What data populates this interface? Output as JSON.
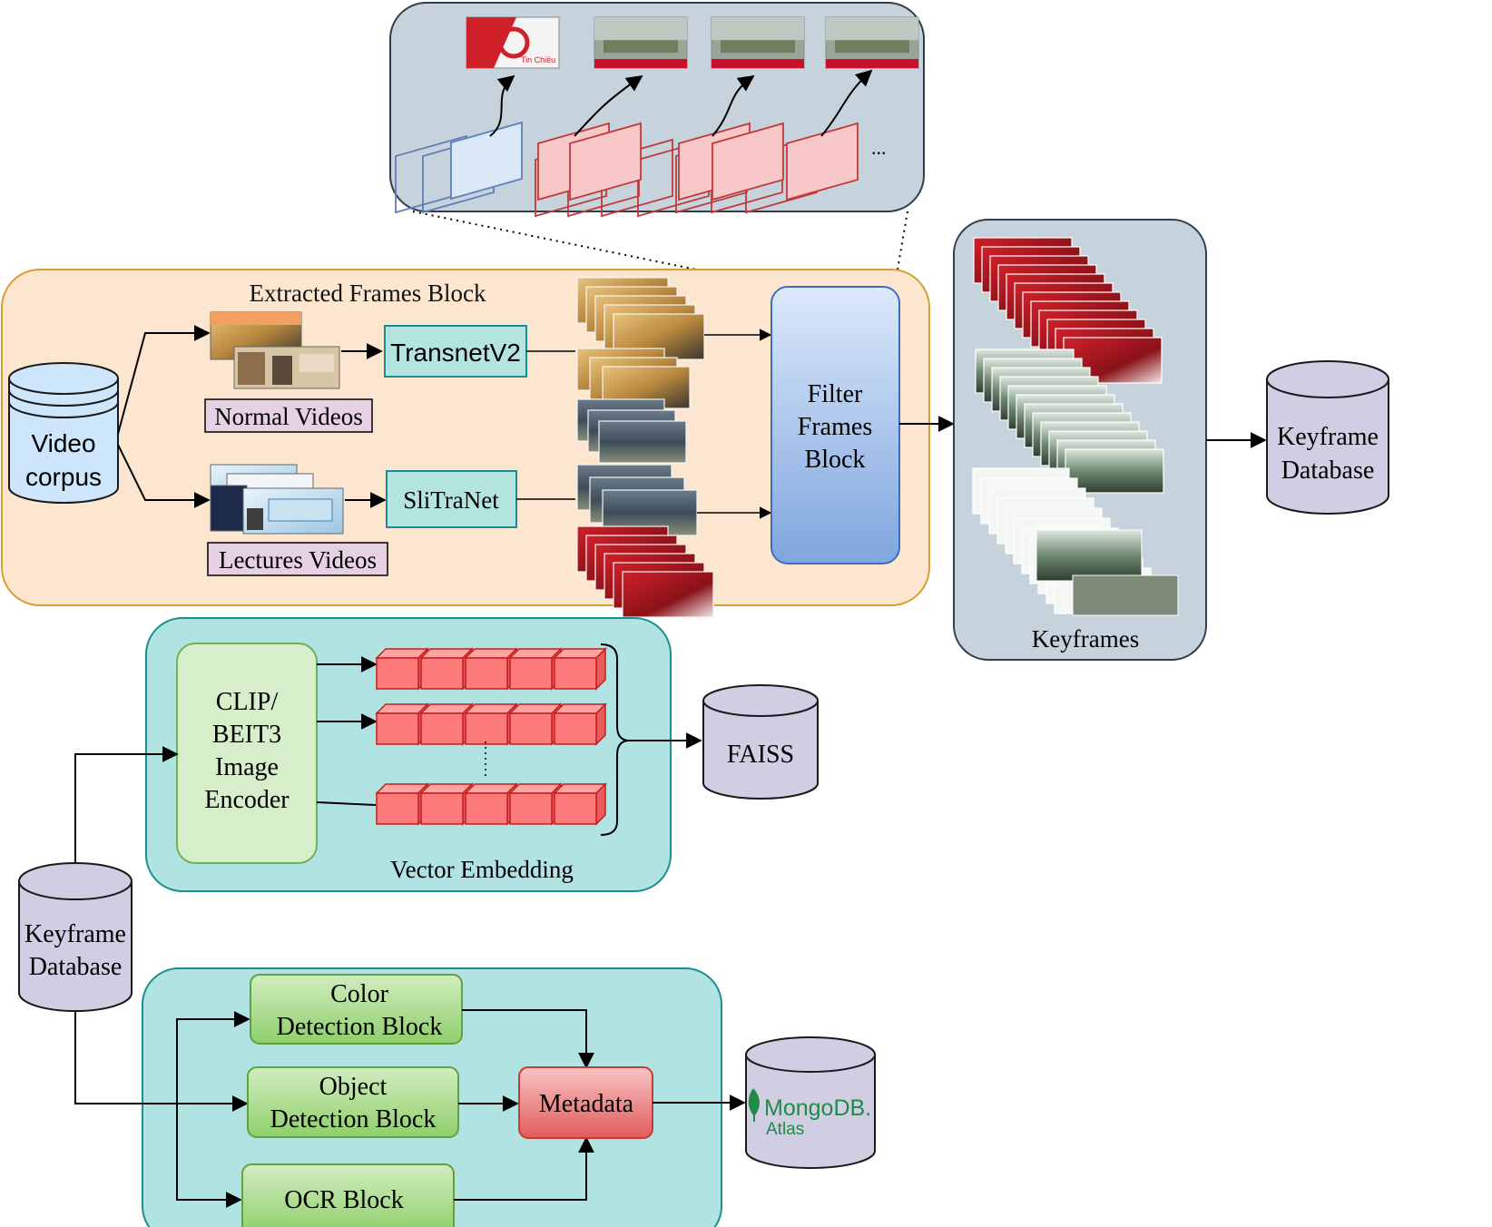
{
  "extracted_block": {
    "title": "Extracted Frames Block",
    "video_corpus": [
      "Video",
      "corpus"
    ],
    "normal_videos": "Normal Videos",
    "lectures_videos": "Lectures Videos",
    "transnet": "TransnetV2",
    "slitranet": "SliTraNet",
    "filter": [
      "Filter",
      "Frames",
      "Block"
    ]
  },
  "keyframes_panel": {
    "title": "Keyframes"
  },
  "keyframe_db_right": [
    "Keyframe",
    "Database"
  ],
  "shot_panel": {
    "ellipsis": "..."
  },
  "thumbnail_logo_text": "Tin Chiều",
  "embedding_block": {
    "title": "Vector Embedding",
    "encoder": [
      "CLIP/",
      "BEIT3",
      "Image",
      "Encoder"
    ],
    "faiss": "FAISS"
  },
  "keyframe_db_left": [
    "Keyframe",
    "Database"
  ],
  "metadata_block": {
    "color": [
      "Color",
      "Detection Block"
    ],
    "object": [
      "Object",
      "Detection Block"
    ],
    "ocr": "OCR Block",
    "metadata": "Metadata",
    "mongo_main": "MongoDB.",
    "mongo_sub": "Atlas"
  },
  "colors": {
    "orange_panel": "#fde6cf",
    "orange_border": "#d6a030",
    "teal_panel": "#b1e3e3",
    "slate_panel": "#c7d3dc",
    "cylinder": "#d1cde3",
    "video_cyl": "#cde6fb",
    "tool_box": "#b4e4e0",
    "label_box": "#e6d1e3",
    "encoder_fill": "#d7eecb",
    "green_box": "#a9dc8e",
    "metadata_fill": "#ef8383",
    "filter_fill": "#a9c8f0",
    "red_cube": "#ff7b7b",
    "mongo_green": "#1e8c48"
  }
}
